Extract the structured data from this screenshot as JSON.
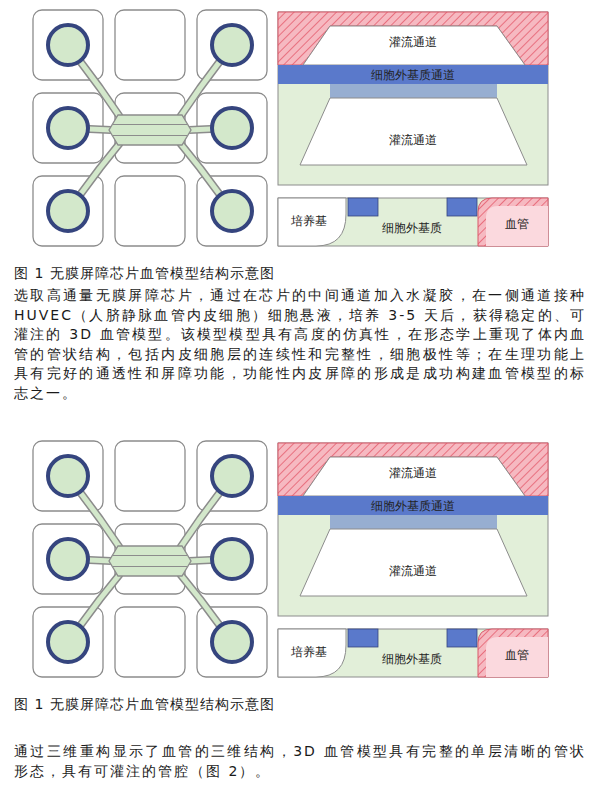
{
  "diagram": {
    "nodes": [
      {
        "text": [
          "灌流通道"
        ]
      },
      {
        "text": [
          "细胞外基质通道"
        ]
      },
      {
        "text": [
          "灌流通道"
        ]
      },
      {
        "text": [
          "培养基"
        ]
      },
      {
        "text": [
          "细胞外基质"
        ]
      },
      {
        "text": [
          "血管"
        ]
      },
      {
        "text": [
          "灌流通道"
        ]
      },
      {
        "text": [
          "细胞外基质通道"
        ]
      },
      {
        "text": [
          "灌流通道"
        ]
      },
      {
        "text": [
          "培养基"
        ]
      },
      {
        "text": [
          "细胞外基质"
        ]
      },
      {
        "text": [
          "血管"
        ]
      }
    ],
    "labels": [
      "图 1 无膜屏障芯片血管模型结构示意图",
      "选取高通量无膜屏障芯片，通过在芯片的中间通道加入水凝胶，在一侧通道接种 HUVEC（人脐静脉血管内皮细胞）细胞悬液，培养 3-5 天后，获得稳定的、可灌注的 3D 血管模型。该模型模型具有高度的仿真性，在形态学上重现了体内血管的管状结构，包括内皮细胞层的连续性和完整性，细胞极性等；在生理功能上具有完好的通透性和屏障功能，功能性内皮屏障的形成是成功构建血管模型的标志之一。",
      "图 1 无膜屏障芯片血管模型结构示意图",
      "通过三维重构显示了血管的三维结构，3D 血管模型具有完整的单层清晰的管状形态，具有可灌注的管腔（图 2）。"
    ]
  }
}
